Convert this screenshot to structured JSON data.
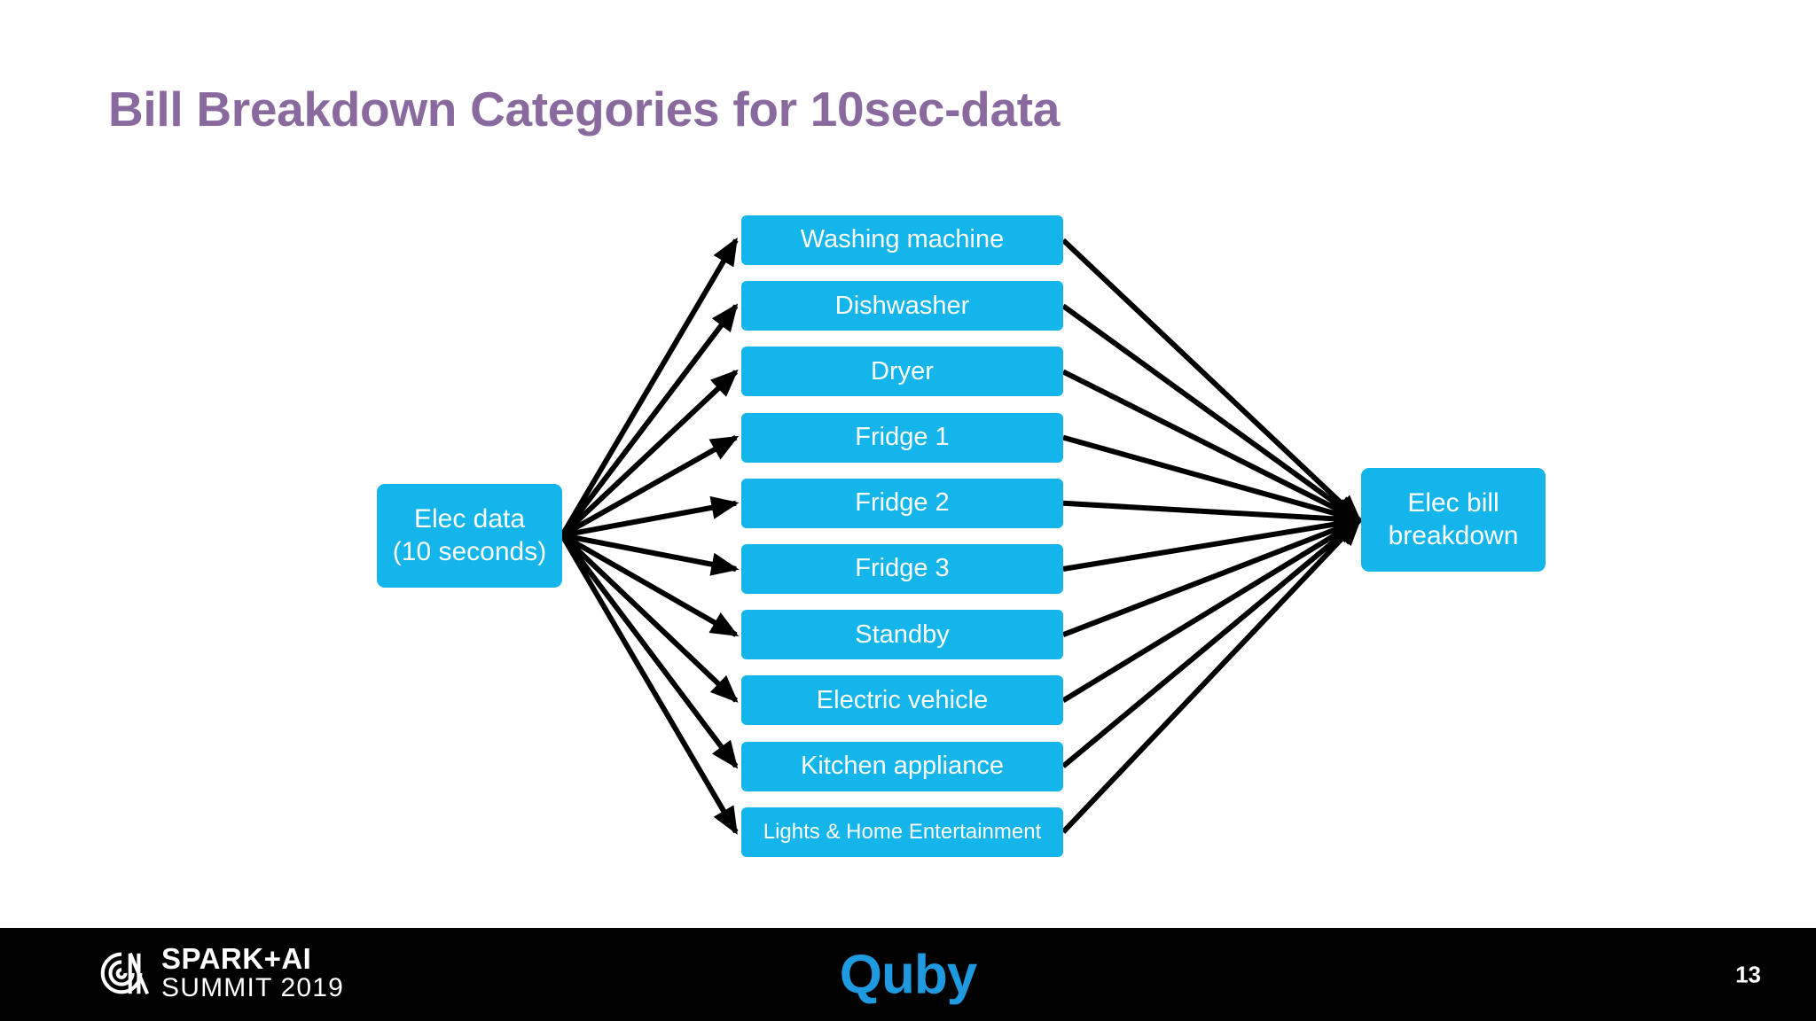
{
  "slide": {
    "title": "Bill Breakdown Categories for 10sec-data",
    "page_number": "13",
    "background_color": "#ffffff",
    "title_color": "#8a6a9e"
  },
  "diagram": {
    "type": "flow",
    "node_color": "#13b5ea",
    "node_text_color": "#ffffff",
    "arrow_color": "#000000",
    "source": {
      "line1": "Elec data",
      "line2": "(10 seconds)"
    },
    "target": {
      "line1": "Elec bill",
      "line2": "breakdown"
    },
    "categories": [
      {
        "label": "Washing machine"
      },
      {
        "label": "Dishwasher"
      },
      {
        "label": "Dryer"
      },
      {
        "label": "Fridge 1"
      },
      {
        "label": "Fridge 2"
      },
      {
        "label": "Fridge 3"
      },
      {
        "label": "Standby"
      },
      {
        "label": "Electric vehicle"
      },
      {
        "label": "Kitchen appliance"
      },
      {
        "label": "Lights & Home Entertainment"
      }
    ]
  },
  "footer": {
    "background_color": "#000000",
    "sponsor_logo": {
      "line1": "SPARK+AI",
      "line2": "SUMMIT 2019"
    },
    "brand_logo": {
      "text": "Quby",
      "color": "#1f9ae0"
    }
  }
}
